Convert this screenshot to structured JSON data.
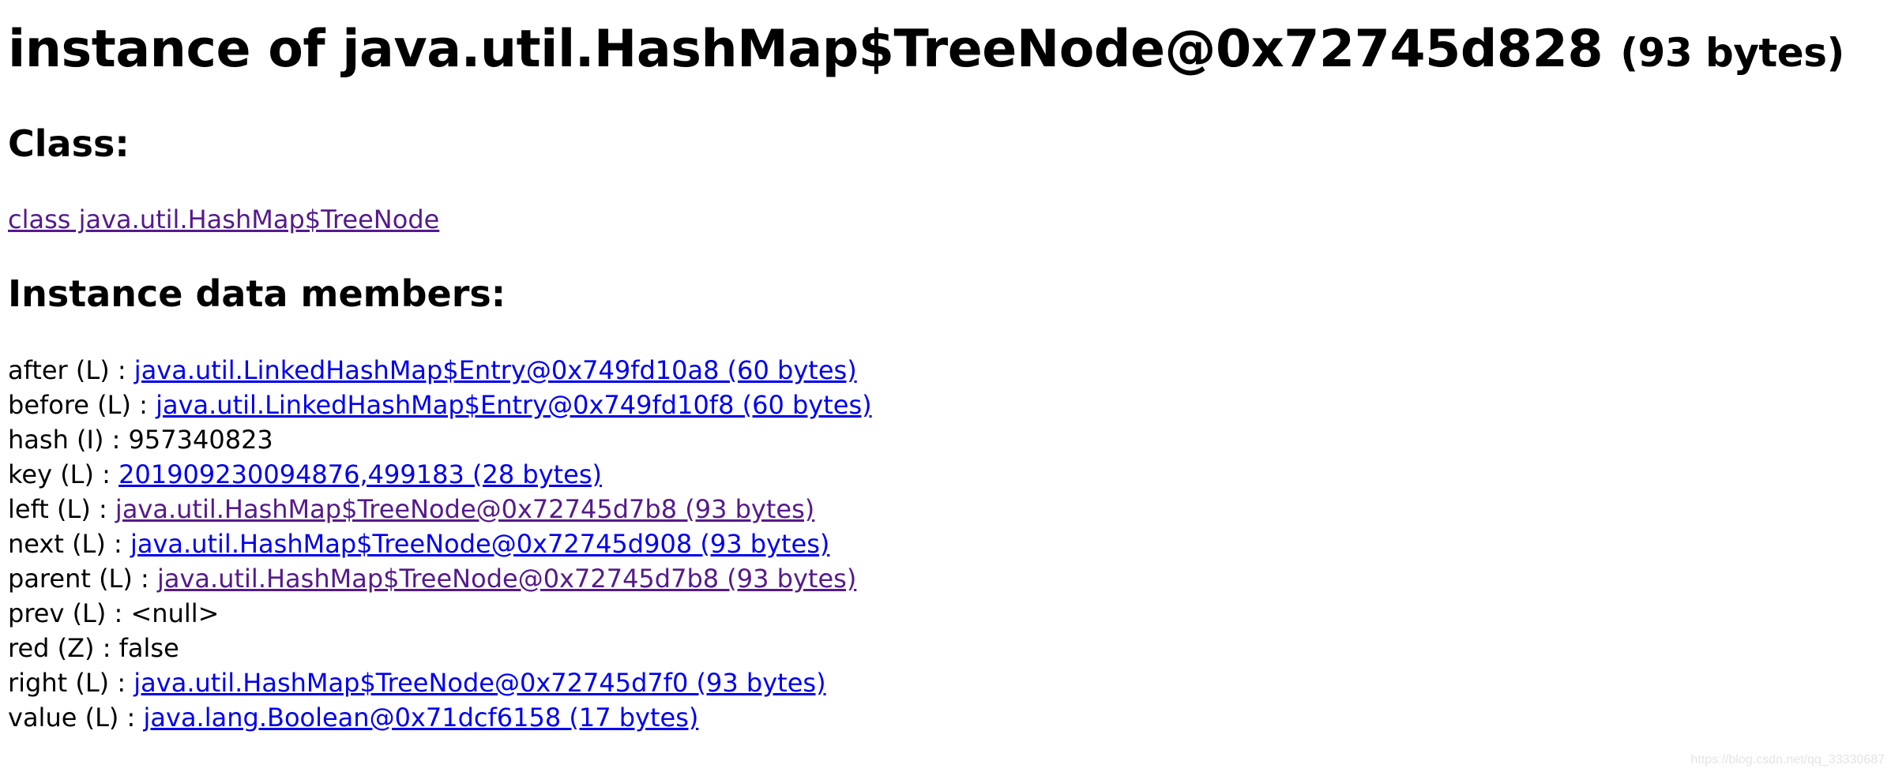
{
  "page": {
    "title_prefix": "instance of java.util.HashMap$TreeNode@0x72745d828",
    "title_size": "(93 bytes)"
  },
  "class_section": {
    "heading": "Class:",
    "class_link": "class java.util.HashMap$TreeNode"
  },
  "members_section": {
    "heading": "Instance data members:",
    "members": [
      {
        "name": "after",
        "type": "(L)",
        "separator": " : ",
        "value": "java.util.LinkedHashMap$Entry@0x749fd10a8 (60 bytes)",
        "is_link": true,
        "visited": false
      },
      {
        "name": "before",
        "type": "(L)",
        "separator": " : ",
        "value": "java.util.LinkedHashMap$Entry@0x749fd10f8 (60 bytes)",
        "is_link": true,
        "visited": false
      },
      {
        "name": "hash",
        "type": "(I)",
        "separator": " : ",
        "value": "957340823",
        "is_link": false,
        "visited": false
      },
      {
        "name": "key",
        "type": "(L)",
        "separator": " : ",
        "value": "201909230094876,499183 (28 bytes)",
        "is_link": true,
        "visited": false
      },
      {
        "name": "left",
        "type": "(L)",
        "separator": " : ",
        "value": "java.util.HashMap$TreeNode@0x72745d7b8 (93 bytes)",
        "is_link": true,
        "visited": true
      },
      {
        "name": "next",
        "type": "(L)",
        "separator": " : ",
        "value": "java.util.HashMap$TreeNode@0x72745d908 (93 bytes)",
        "is_link": true,
        "visited": false
      },
      {
        "name": "parent",
        "type": "(L)",
        "separator": " : ",
        "value": "java.util.HashMap$TreeNode@0x72745d7b8 (93 bytes)",
        "is_link": true,
        "visited": true
      },
      {
        "name": "prev",
        "type": "(L)",
        "separator": " : ",
        "value": "<null>",
        "is_link": false,
        "visited": false
      },
      {
        "name": "red",
        "type": "(Z)",
        "separator": " : ",
        "value": "false",
        "is_link": false,
        "visited": false
      },
      {
        "name": "right",
        "type": "(L)",
        "separator": " : ",
        "value": "java.util.HashMap$TreeNode@0x72745d7f0 (93 bytes)",
        "is_link": true,
        "visited": false
      },
      {
        "name": "value",
        "type": "(L)",
        "separator": " : ",
        "value": "java.lang.Boolean@0x71dcf6158 (17 bytes)",
        "is_link": true,
        "visited": false
      }
    ]
  },
  "watermark": "https://blog.csdn.net/qq_33330687",
  "colors": {
    "link": "#0000ee",
    "visited_link": "#551a8b",
    "text": "#000000",
    "background": "#ffffff"
  }
}
